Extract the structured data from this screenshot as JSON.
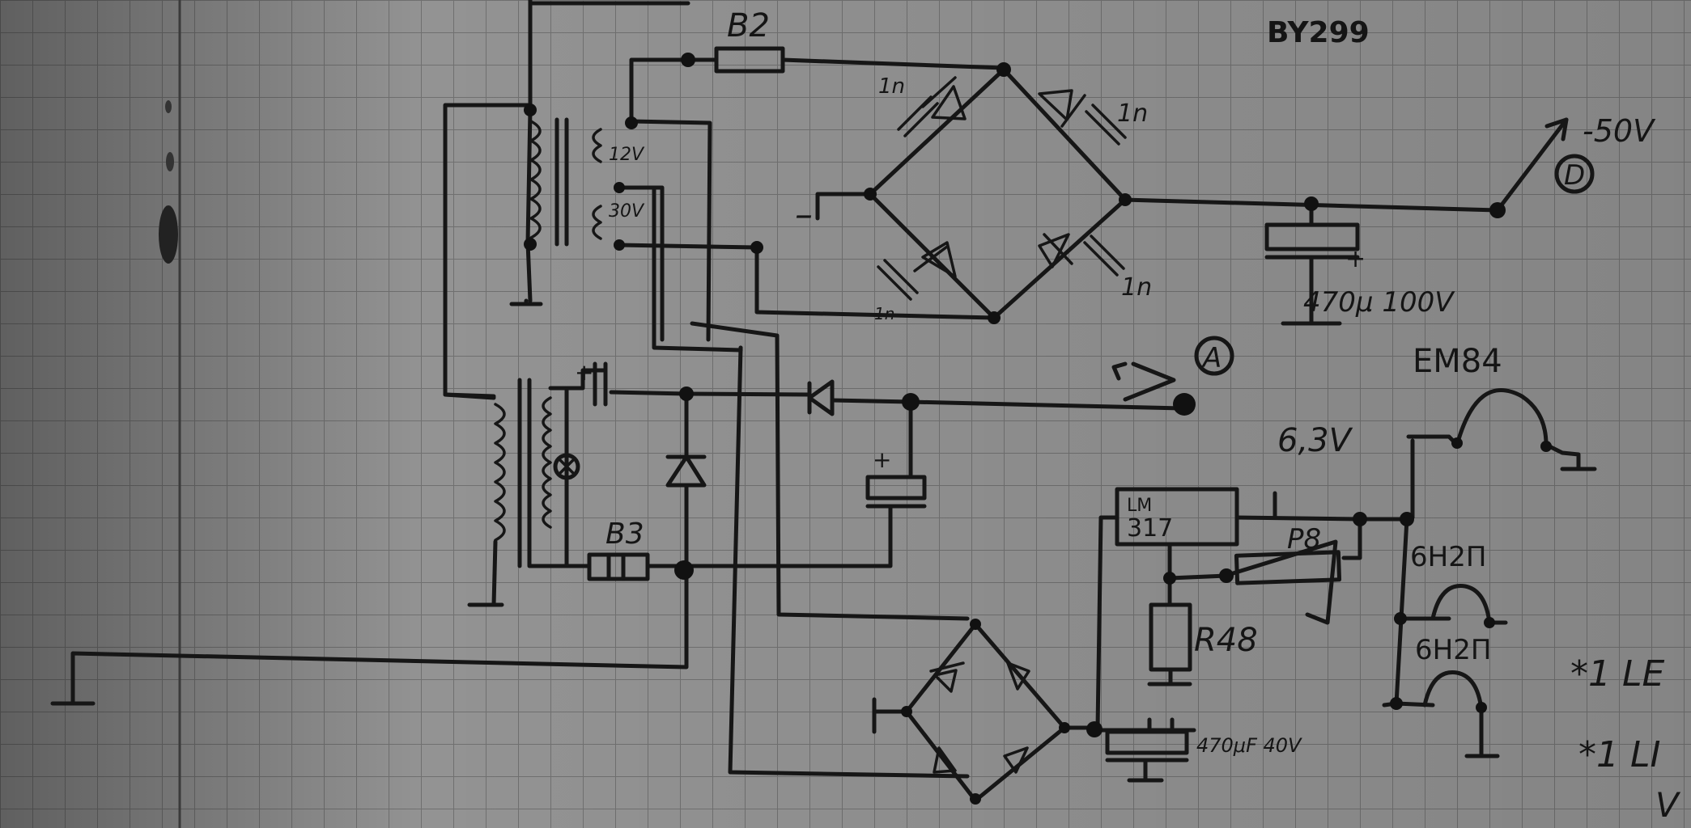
{
  "labels": {
    "fuse_b2": "B2",
    "diode_top": "BY299",
    "wind_12v": "12V",
    "wind_30v": "30V",
    "bridge_minus": "–",
    "cap_top_1": "1n",
    "cap_top_2": "1n",
    "cap_bottom_1": "1n",
    "cap_bottom_2": "1n",
    "cap_main": "470μ 100V",
    "voltage_neg": "-50V",
    "point_d": "D",
    "point_a": "A",
    "tube_em": "EM84",
    "heater_v": "6,3V",
    "reg_top": "LM",
    "reg_bottom": "317",
    "pot": "P8",
    "resistor": "R48",
    "cap_filter": "470μF 40V",
    "fuse_b3": "B3",
    "tube_1": "6H2П",
    "tube_2": "6H2П",
    "note_1": "*1 LE",
    "note_2": "*1 LI",
    "note_3": "V"
  }
}
